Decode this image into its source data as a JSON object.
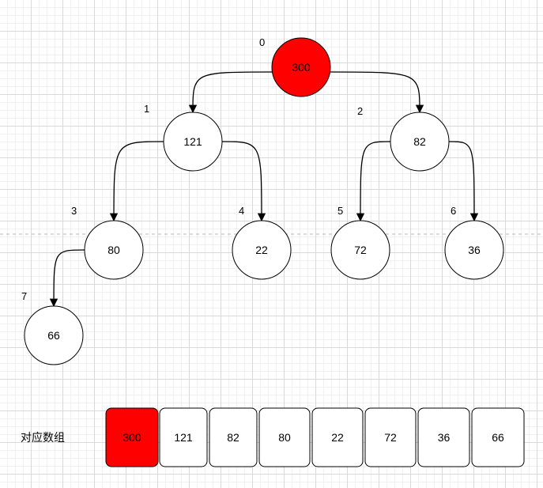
{
  "colors": {
    "highlight": "#ff0000",
    "default_fill": "#ffffff",
    "stroke": "#000000"
  },
  "tree": {
    "nodes": [
      {
        "index": "0",
        "value": "300",
        "highlight": true
      },
      {
        "index": "1",
        "value": "121",
        "highlight": false
      },
      {
        "index": "2",
        "value": "82",
        "highlight": false
      },
      {
        "index": "3",
        "value": "80",
        "highlight": false
      },
      {
        "index": "4",
        "value": "22",
        "highlight": false
      },
      {
        "index": "5",
        "value": "72",
        "highlight": false
      },
      {
        "index": "6",
        "value": "36",
        "highlight": false
      },
      {
        "index": "7",
        "value": "66",
        "highlight": false
      }
    ],
    "edges": [
      [
        0,
        1
      ],
      [
        0,
        2
      ],
      [
        1,
        3
      ],
      [
        1,
        4
      ],
      [
        2,
        5
      ],
      [
        2,
        6
      ],
      [
        3,
        7
      ]
    ]
  },
  "array": {
    "caption": "对应数组",
    "cells": [
      {
        "value": "300",
        "highlight": true
      },
      {
        "value": "121",
        "highlight": false
      },
      {
        "value": "82",
        "highlight": false
      },
      {
        "value": "80",
        "highlight": false
      },
      {
        "value": "22",
        "highlight": false
      },
      {
        "value": "72",
        "highlight": false
      },
      {
        "value": "36",
        "highlight": false
      },
      {
        "value": "66",
        "highlight": false
      }
    ]
  }
}
